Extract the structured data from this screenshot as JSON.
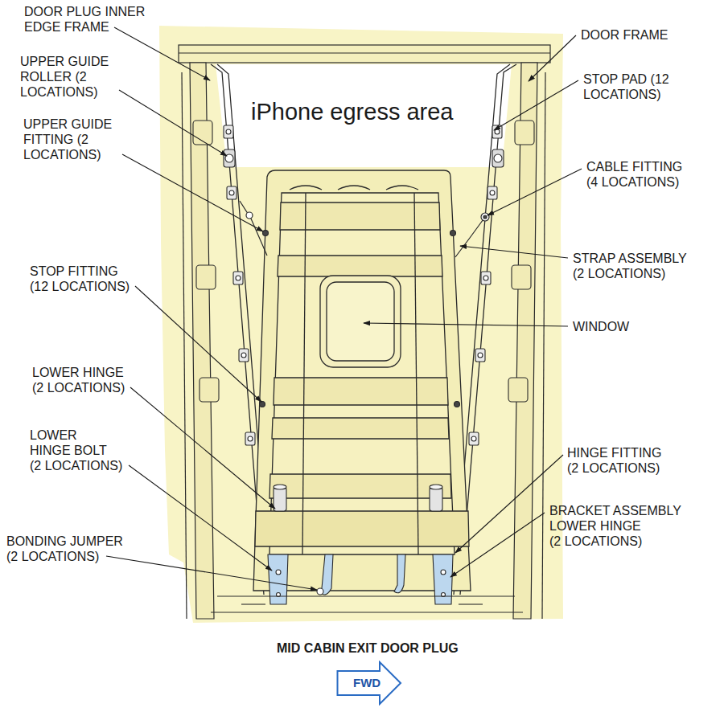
{
  "diagram": {
    "caption": "MID CABIN EXIT DOOR PLUG",
    "nodes": [
      {
        "text": [
          "FWD"
        ]
      }
    ],
    "labels": [
      "DOOR PLUG INNER EDGE FRAME",
      "DOOR FRAME",
      "UPPER GUIDE ROLLER (2 LOCATIONS)",
      "STOP PAD (12 LOCATIONS)",
      "iPhone egress area",
      "UPPER GUIDE FITTING (2 LOCATIONS)",
      "CABLE FITTING (4 LOCATIONS)",
      "STOP FITTING (12 LOCATIONS)",
      "STRAP ASSEMBLY (2 LOCATIONS)",
      "WINDOW",
      "LOWER HINGE (2 LOCATIONS)",
      "HINGE FITTING (2 LOCATIONS)",
      "LOWER HINGE BOLT (2 LOCATIONS)",
      "BRACKET ASSEMBLY LOWER HINGE (2 LOCATIONS)",
      "BONDING JUMPER (2 LOCATIONS)"
    ]
  }
}
